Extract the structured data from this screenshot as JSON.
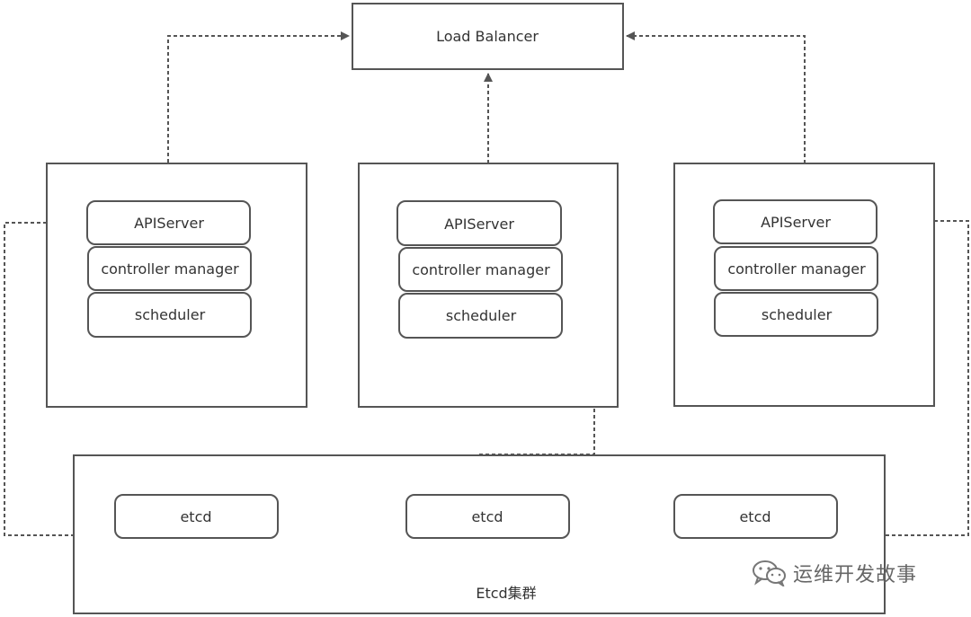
{
  "load_balancer": {
    "label": "Load Balancer"
  },
  "master_nodes": [
    {
      "components": [
        "APIServer",
        "controller manager",
        "scheduler"
      ]
    },
    {
      "components": [
        "APIServer",
        "controller manager",
        "scheduler"
      ]
    },
    {
      "components": [
        "APIServer",
        "controller manager",
        "scheduler"
      ]
    }
  ],
  "etcd_cluster": {
    "label": "Etcd集群",
    "members": [
      "etcd",
      "etcd",
      "etcd"
    ]
  },
  "watermark": {
    "text": "运维开发故事",
    "icon": "wechat-icon"
  },
  "colors": {
    "stroke": "#555555",
    "text": "#333333"
  }
}
